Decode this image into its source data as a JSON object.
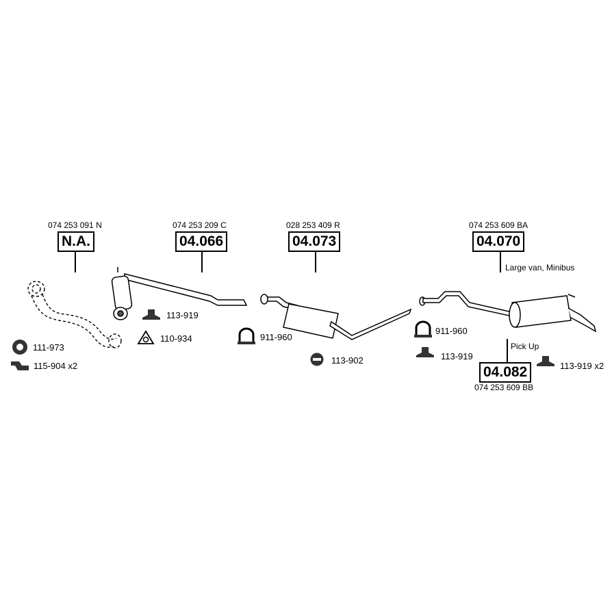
{
  "groups": {
    "na": {
      "oe": "074 253 091 N",
      "ref": "N.A."
    },
    "g04066": {
      "oe": "074 253 209 C",
      "ref": "04.066"
    },
    "g04073": {
      "oe": "028 253 409 R",
      "ref": "04.073"
    },
    "g04070": {
      "oe": "074 253 609 BA",
      "ref": "04.070",
      "note": "Large van, Minibus"
    },
    "g04082": {
      "oe": "074 253 609 BB",
      "ref": "04.082",
      "note": "Pick Up"
    }
  },
  "parts": {
    "p111_973": "111-973",
    "p115_904": "115-904 x2",
    "p113_919_a": "113-919",
    "p110_934": "110-934",
    "p911_960_a": "911-960",
    "p113_902": "113-902",
    "p911_960_b": "911-960",
    "p113_919_b": "113-919",
    "p113_919_c": "113-919 x2"
  },
  "icons": {
    "gasket_ring": "ring-gasket-icon",
    "bracket": "bracket-icon",
    "rubber_mount": "rubber-mount-icon",
    "flange_gasket": "flange-gasket-icon",
    "clamp": "clamp-icon",
    "hanger": "rubber-hanger-icon"
  }
}
